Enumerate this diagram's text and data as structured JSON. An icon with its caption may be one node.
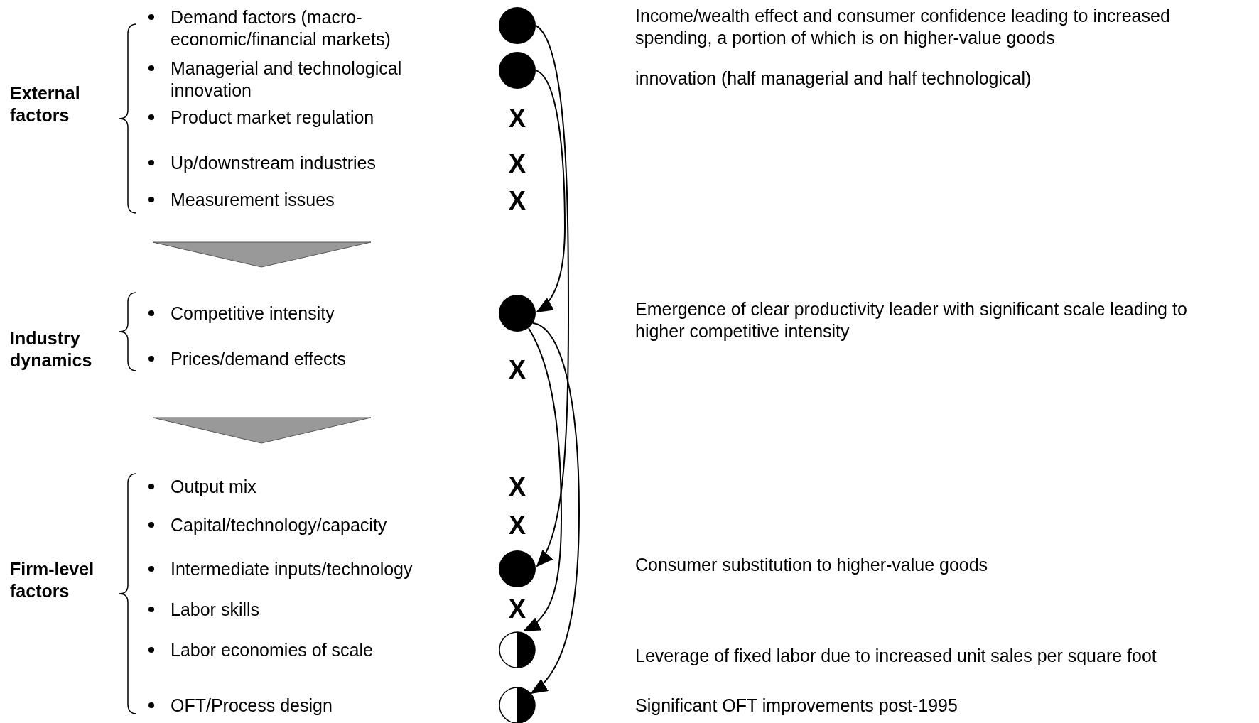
{
  "diagram": {
    "nodes": [
      {
        "text": [],
        "shape": "circle"
      },
      {
        "text": [],
        "shape": "circle"
      },
      {
        "text": [],
        "shape": "circle"
      },
      {
        "text": [],
        "shape": "circle"
      },
      {
        "text": [],
        "shape": "circle"
      },
      {
        "text": [],
        "shape": "circle"
      }
    ],
    "edges": [
      {
        "from": 0,
        "to": 3,
        "arrow": "to"
      },
      {
        "from": 1,
        "to": 2,
        "arrow": "to"
      },
      {
        "from": 2,
        "to": 4,
        "arrow": "to"
      },
      {
        "from": 2,
        "to": 5,
        "arrow": "to"
      }
    ],
    "labels": [
      "External factors",
      "Demand factors (macro-economic/financial markets)",
      "Managerial and technological innovation",
      "Product market regulation",
      "Up/downstream industries",
      "Measurement issues",
      "Industry dynamics",
      "Competitive intensity",
      "Prices/demand effects",
      "Firm-level factors",
      "Output mix",
      "Capital/technology/capacity",
      "Intermediate inputs/technology",
      "Labor skills",
      "Labor economies of scale",
      "OFT/Process design",
      "X",
      "X",
      "X",
      "X",
      "X",
      "X",
      "X",
      "Income/wealth effect and consumer confidence leading to increased spending, a portion of which is on higher-value goods",
      "innovation (half managerial and half technological)",
      "Emergence of clear productivity leader with significant scale leading to higher competitive intensity",
      "Consumer substitution to higher-value goods",
      "Leverage of fixed labor due to increased unit sales per square foot",
      "Significant OFT improvements post-1995"
    ]
  }
}
